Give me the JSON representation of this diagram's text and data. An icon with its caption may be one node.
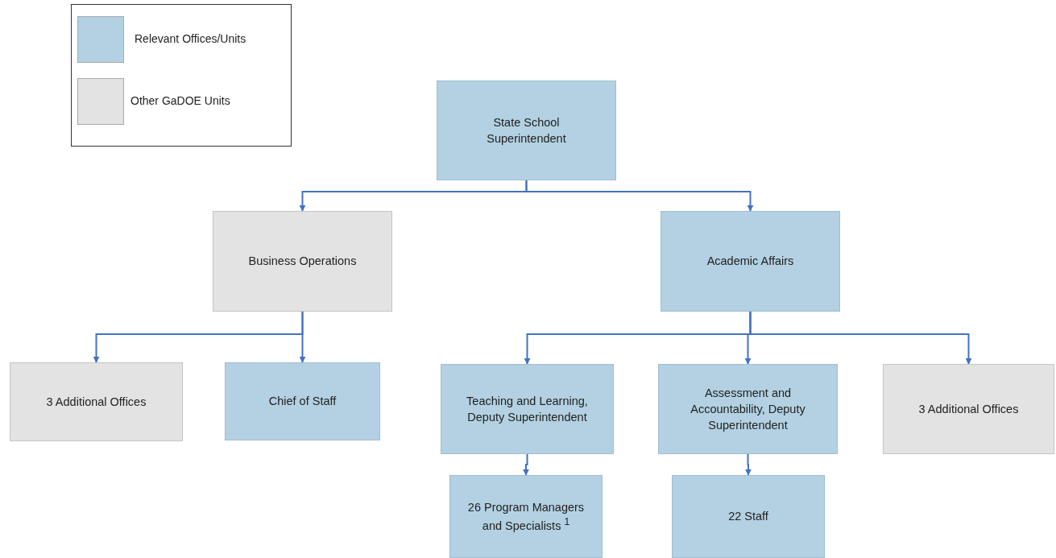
{
  "diagram": {
    "nodes": [
      {
        "text": [
          "State School Superintendent"
        ]
      },
      {
        "text": [
          "Business Operations"
        ]
      },
      {
        "text": [
          "Academic Affairs"
        ]
      },
      {
        "text": [
          "3 Additional Offices"
        ]
      },
      {
        "text": [
          "Chief of Staff"
        ]
      },
      {
        "text": [
          "Teaching and Learning, Deputy Superintendent"
        ]
      },
      {
        "text": [
          "Assessment and Accountability, Deputy Superintendent"
        ]
      },
      {
        "text": [
          "3 Additional Offices"
        ]
      },
      {
        "text": [
          "26 Program Managers and Specialists $^{1}$"
        ]
      },
      {
        "text": [
          "22 Staff"
        ]
      }
    ],
    "edges": [
      {
        "from": 0,
        "to": 1,
        "arrow": "to"
      },
      {
        "from": 0,
        "to": 2,
        "arrow": "to"
      },
      {
        "from": 1,
        "to": 3,
        "arrow": "to"
      },
      {
        "from": 1,
        "to": 4,
        "arrow": "to"
      },
      {
        "from": 2,
        "to": 5,
        "arrow": "to"
      },
      {
        "from": 2,
        "to": 6,
        "arrow": "to"
      },
      {
        "from": 2,
        "to": 7,
        "arrow": "to"
      },
      {
        "from": 5,
        "to": 8,
        "arrow": "to"
      },
      {
        "from": 6,
        "to": 9,
        "arrow": "to"
      }
    ],
    "legend": [
      {
        "text": "Relevant Offices/Units",
        "color": "#b3d1e2"
      },
      {
        "text": "Other GaDOE Units",
        "color": "#e3e3e3"
      }
    ]
  }
}
